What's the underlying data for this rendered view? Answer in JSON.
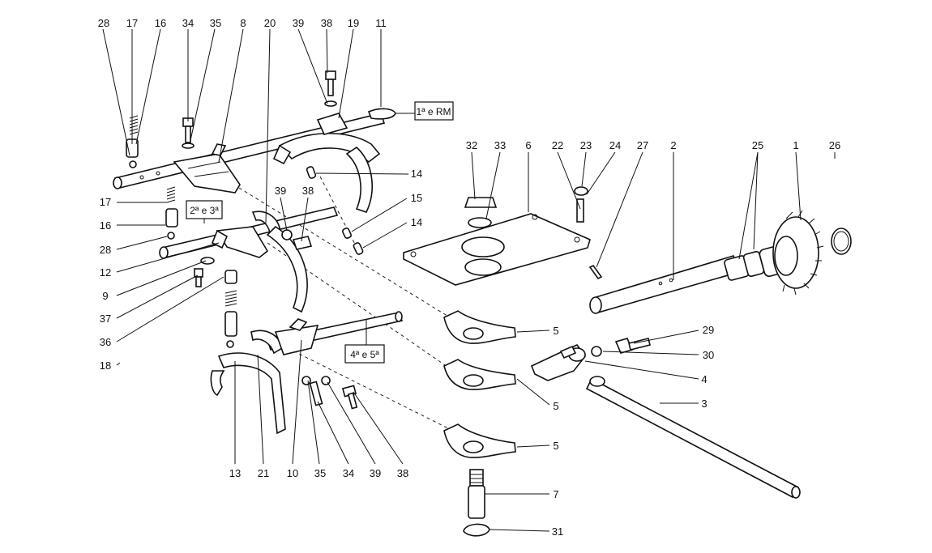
{
  "diagram": {
    "callouts": [
      "28",
      "17",
      "16",
      "34",
      "35",
      "8",
      "20",
      "39",
      "38",
      "19",
      "11",
      "17",
      "16",
      "28",
      "12",
      "9",
      "37",
      "36",
      "18",
      "39",
      "38",
      "14",
      "15",
      "14",
      "32",
      "33",
      "6",
      "22",
      "23",
      "24",
      "27",
      "2",
      "25",
      "1",
      "26",
      "29",
      "30",
      "4",
      "3",
      "5",
      "5",
      "5",
      "7",
      "31",
      "13",
      "21",
      "10",
      "35",
      "34",
      "39",
      "38"
    ],
    "boxed_labels": [
      "1ª e RM",
      "2ª e 3ª",
      "4ª e 5ª"
    ]
  }
}
